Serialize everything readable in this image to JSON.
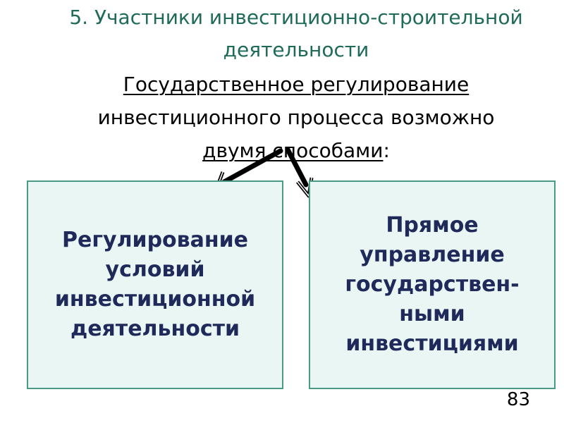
{
  "title": {
    "line1": "5. Участники инвестиционно-строительной",
    "line2": "деятельности"
  },
  "statement": {
    "line1": "Государственное регулирование ",
    "line2": "инвестиционного процесса возможно",
    "line3_underlined": "двумя способами",
    "line3_suffix": ":"
  },
  "boxes": {
    "left": [
      "Регулирование",
      "условий",
      "инвестиционной",
      "деятельности"
    ],
    "right": [
      "Прямое",
      "управление",
      "государствен-",
      "ными",
      "инвестициями"
    ]
  },
  "page_number": "83",
  "colors": {
    "title": "#1f6b5a",
    "box_fill": "#e9f6f4",
    "box_border": "#4a9a86",
    "box_text": "#1f2a5a"
  }
}
